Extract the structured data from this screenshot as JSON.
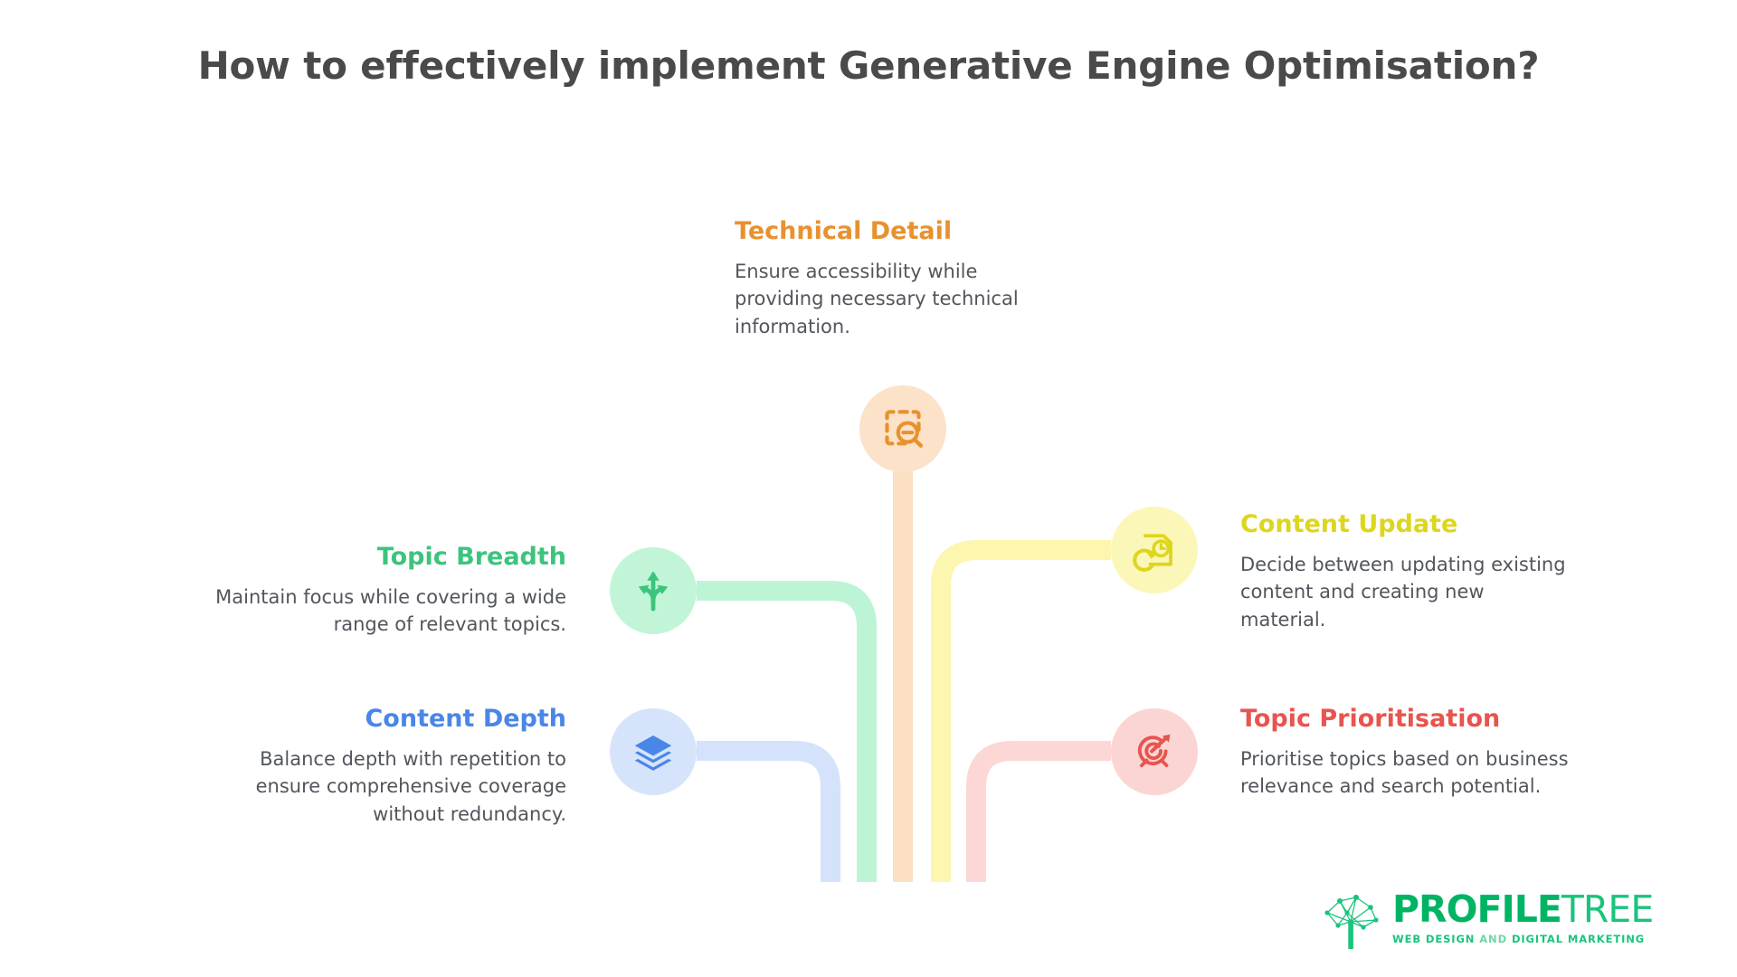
{
  "title": "How to effectively implement Generative Engine Optimisation?",
  "palette": {
    "title_color": "#4a4a4a",
    "body_color": "#52565c",
    "background": "#ffffff"
  },
  "nodes": [
    {
      "id": "technical-detail",
      "heading": "Technical Detail",
      "description": "Ensure accessibility while providing necessary technical information.",
      "icon": "dashed-box-zoom-out-icon",
      "accent": "#e8912f",
      "circle_fill": "#fbe2c8",
      "pipe_color": "#fbe0c4",
      "side": "top-center",
      "align": "left"
    },
    {
      "id": "topic-breadth",
      "heading": "Topic Breadth",
      "description": "Maintain focus while covering a wide range of relevant topics.",
      "icon": "branching-arrows-icon",
      "accent": "#3cc47c",
      "circle_fill": "#c2f5d8",
      "pipe_color": "#bdf4d6",
      "side": "left",
      "align": "right"
    },
    {
      "id": "content-depth",
      "heading": "Content Depth",
      "description": "Balance depth with repetition to ensure comprehensive coverage without redundancy.",
      "icon": "layers-stack-icon",
      "accent": "#4a86e8",
      "circle_fill": "#d6e4fb",
      "pipe_color": "#d4e3fb",
      "side": "left",
      "align": "right"
    },
    {
      "id": "content-update",
      "heading": "Content Update",
      "description": "Decide between updating existing content and creating new material.",
      "icon": "document-refresh-clock-icon",
      "accent": "#ddd61f",
      "circle_fill": "#fbf7b8",
      "pipe_color": "#fcf6ae",
      "side": "right",
      "align": "left"
    },
    {
      "id": "topic-prioritisation",
      "heading": "Topic Prioritisation",
      "description": "Prioritise topics based on business relevance and search potential.",
      "icon": "target-arrow-icon",
      "accent": "#e8544e",
      "circle_fill": "#fbd5d4",
      "pipe_color": "#fcd7d6",
      "side": "right",
      "align": "left"
    }
  ],
  "logo": {
    "name_bold": "PROFILE",
    "name_light": "TREE",
    "tagline_strong_1": "WEB DESIGN ",
    "tagline_light": "AND ",
    "tagline_strong_2": "DIGITAL MARKETING",
    "mark": "network-tree-icon",
    "color": "#19c47c"
  }
}
